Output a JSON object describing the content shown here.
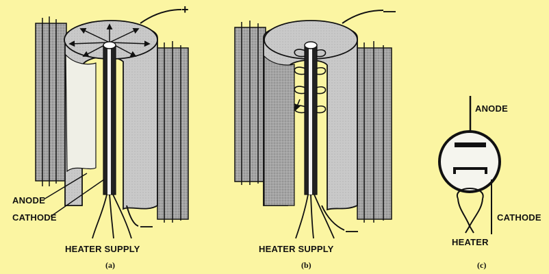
{
  "figure": {
    "panel_a": {
      "caption": "(a)",
      "anode_label": "ANODE",
      "cathode_label": "CATHODE",
      "heater_label": "HEATER SUPPLY",
      "plus_sign": "+",
      "minus_sign": "—"
    },
    "panel_b": {
      "caption": "(b)",
      "heater_label": "HEATER SUPPLY",
      "minus_sign_top": "—",
      "minus_sign_bottom": "—"
    },
    "panel_c": {
      "caption": "(c)",
      "anode_label": "ANODE",
      "cathode_label": "CATHODE",
      "heater_label": "HEATER"
    }
  },
  "colors": {
    "background": "#fbf5a2",
    "plate_grey": "#9a9a9a",
    "plate_light": "#c8c8c8",
    "plate_pale": "#efefe6",
    "ink": "#111111"
  }
}
